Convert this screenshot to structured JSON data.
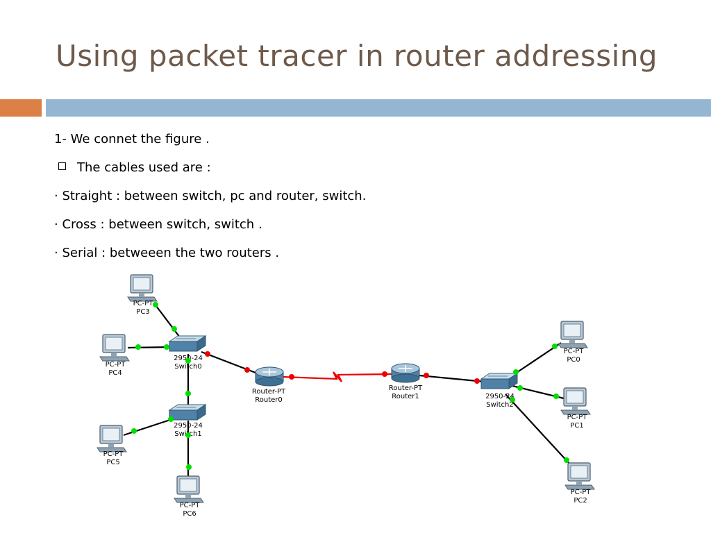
{
  "slide": {
    "title": "Using packet tracer in router addressing",
    "lines": [
      "1- We connet the figure .",
      "The cables used are :",
      "· Straight : between switch, pc and router, switch.",
      "· Cross : between switch, switch .",
      "· Serial : betweeen the two routers ."
    ]
  },
  "diagram": {
    "nodes": [
      {
        "id": "pc3",
        "type": "pc",
        "model": "PC-PT",
        "name": "PC3"
      },
      {
        "id": "pc4",
        "type": "pc",
        "model": "PC-PT",
        "name": "PC4"
      },
      {
        "id": "pc5",
        "type": "pc",
        "model": "PC-PT",
        "name": "PC5"
      },
      {
        "id": "pc6",
        "type": "pc",
        "model": "PC-PT",
        "name": "PC6"
      },
      {
        "id": "switch0",
        "type": "switch",
        "model": "2950-24",
        "name": "Switch0"
      },
      {
        "id": "switch1",
        "type": "switch",
        "model": "2950-24",
        "name": "Switch1"
      },
      {
        "id": "router0",
        "type": "router",
        "model": "Router-PT",
        "name": "Router0"
      },
      {
        "id": "router1",
        "type": "router",
        "model": "Router-PT",
        "name": "Router1"
      },
      {
        "id": "switch2",
        "type": "switch",
        "model": "2950-24",
        "name": "Switch2"
      },
      {
        "id": "pc0",
        "type": "pc",
        "model": "PC-PT",
        "name": "PC0"
      },
      {
        "id": "pc1",
        "type": "pc",
        "model": "PC-PT",
        "name": "PC1"
      },
      {
        "id": "pc2",
        "type": "pc",
        "model": "PC-PT",
        "name": "PC2"
      }
    ],
    "links": [
      {
        "from": "pc3",
        "to": "switch0",
        "cable": "straight"
      },
      {
        "from": "pc4",
        "to": "switch0",
        "cable": "straight"
      },
      {
        "from": "switch0",
        "to": "switch1",
        "cable": "cross"
      },
      {
        "from": "pc5",
        "to": "switch1",
        "cable": "straight"
      },
      {
        "from": "pc6",
        "to": "switch1",
        "cable": "straight"
      },
      {
        "from": "switch0",
        "to": "router0",
        "cable": "straight"
      },
      {
        "from": "router0",
        "to": "router1",
        "cable": "serial"
      },
      {
        "from": "router1",
        "to": "switch2",
        "cable": "straight"
      },
      {
        "from": "switch2",
        "to": "pc0",
        "cable": "straight"
      },
      {
        "from": "switch2",
        "to": "pc1",
        "cable": "straight"
      },
      {
        "from": "switch2",
        "to": "pc2",
        "cable": "straight"
      }
    ],
    "colors": {
      "link_up": "#00e000",
      "link_down": "#ee0000",
      "serial": "#ee0000",
      "cable": "#000000"
    }
  }
}
